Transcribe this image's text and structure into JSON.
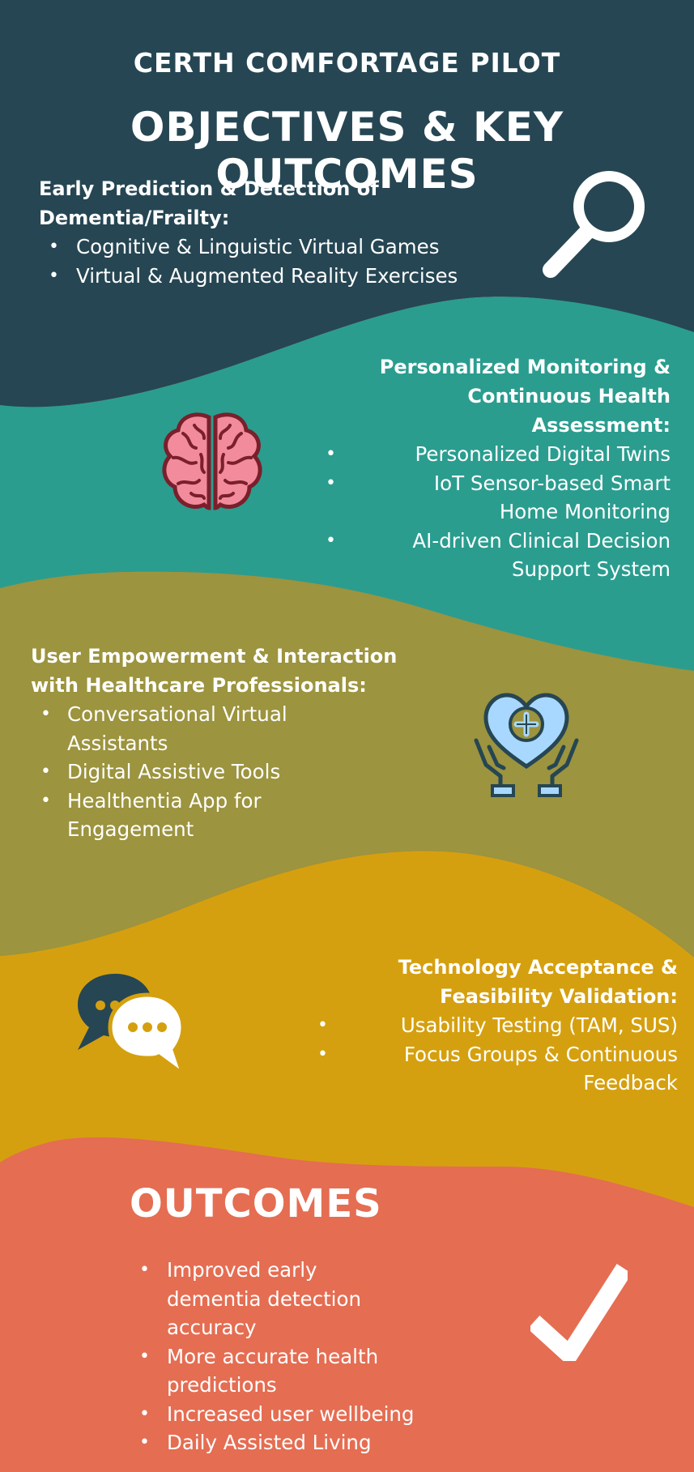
{
  "header": {
    "supertitle": "CERTH COMFORTAGE PILOT",
    "title": "OBJECTIVES & KEY OUTCOMES"
  },
  "colors": {
    "dark_slate": "#264653",
    "teal": "#2A9D8F",
    "olive": "#9C943E",
    "mustard": "#D5A00F",
    "coral": "#E56D52"
  },
  "sections": [
    {
      "heading": "Early Prediction & Detection of Dementia/Frailty:",
      "items": [
        "Cognitive & Linguistic Virtual Games",
        "Virtual & Augmented Reality Exercises"
      ],
      "icon": "magnifying-glass-icon"
    },
    {
      "heading": "Personalized Monitoring & Continuous Health Assessment:",
      "items": [
        "Personalized Digital Twins",
        "IoT Sensor-based Smart Home Monitoring",
        "AI-driven Clinical Decision Support System"
      ],
      "icon": "brain-icon"
    },
    {
      "heading": "User Empowerment & Interaction with Healthcare Professionals:",
      "items": [
        "Conversational Virtual Assistants",
        "Digital Assistive Tools",
        "Healthentia App for Engagement"
      ],
      "icon": "heart-care-hands-icon"
    },
    {
      "heading": "Technology Acceptance & Feasibility Validation:",
      "items": [
        "Usability Testing (TAM, SUS)",
        "Focus Groups & Continuous Feedback"
      ],
      "icon": "chat-bubbles-icon"
    }
  ],
  "outcomes": {
    "title": "OUTCOMES",
    "items": [
      "Improved early dementia detection accuracy",
      "More accurate health predictions",
      "Increased user wellbeing",
      "Daily Assisted Living"
    ],
    "icon": "checkmark-icon"
  }
}
